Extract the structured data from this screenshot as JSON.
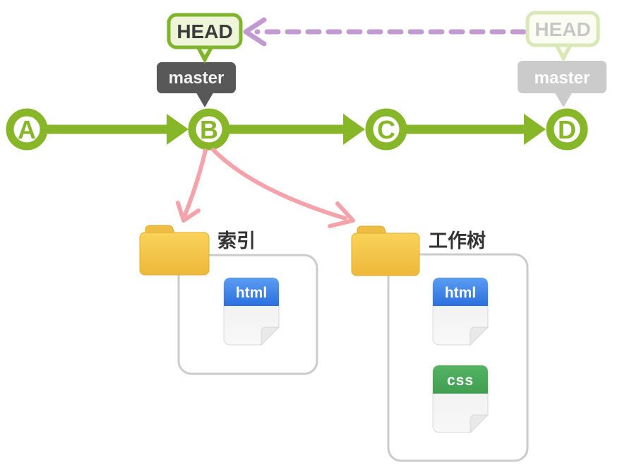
{
  "diagram": {
    "refs": {
      "active": {
        "head": "HEAD",
        "branch": "master"
      },
      "faded": {
        "head": "HEAD",
        "branch": "master"
      }
    },
    "commits": [
      {
        "id": "A"
      },
      {
        "id": "B"
      },
      {
        "id": "C"
      },
      {
        "id": "D"
      }
    ],
    "folders": [
      {
        "label": "索引",
        "files": [
          {
            "type": "html"
          }
        ]
      },
      {
        "label": "工作树",
        "files": [
          {
            "type": "html"
          },
          {
            "type": "css"
          }
        ]
      }
    ],
    "colors": {
      "graph_green": "#87b628",
      "head_bg": "#eef5d8",
      "head_border": "#7fb42c",
      "head_text": "#3a3a3a",
      "master_bg": "#585858",
      "master_text": "#f2f2f2",
      "faded_head_bg": "#fbfdf2",
      "faded_head_border": "#d9e8b8",
      "faded_head_text": "#c7c7c7",
      "faded_master_bg": "#cbcbcb",
      "dashed_arrow_purple": "#c299d1",
      "checkout_arrow_pink": "#f5a3ab",
      "container_border": "#cbcbcb",
      "folder_yellow": "#f3c33f",
      "html_badge_blue": "#2e77e6",
      "css_badge_green": "#47a559",
      "file_body": "#f3f3f3",
      "label_text": "#333333"
    }
  }
}
